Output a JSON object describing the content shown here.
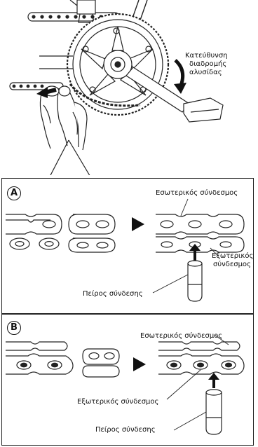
{
  "direction_label": [
    "Κατεύθυνση",
    "διαδρομής",
    "αλυσίδας"
  ],
  "panel_a": {
    "badge": "A",
    "inner_link_label": "Εσωτερικός σύνδεσμος",
    "outer_link_label": [
      "Εξωτερικός",
      "σύνδεσμος"
    ],
    "pin_label": "Πείρος σύνδεσης"
  },
  "panel_b": {
    "badge": "B",
    "inner_link_label": "Εσωτερικός σύνδεσμος",
    "outer_link_label": "Εξωτερικός σύνδεσμος",
    "pin_label": "Πείρος σύνδεσης"
  },
  "colors": {
    "line": "#222222",
    "fill": "#ffffff",
    "dark": "#111111"
  }
}
